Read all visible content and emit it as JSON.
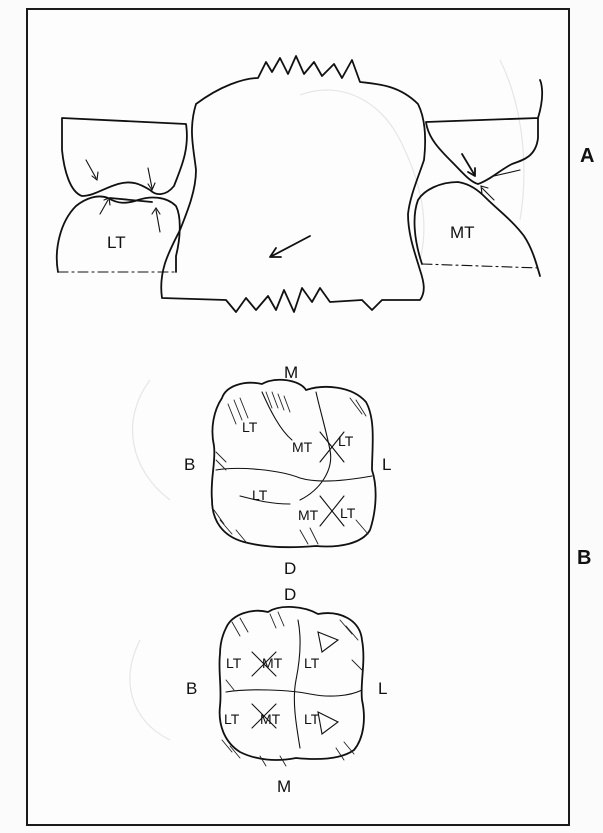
{
  "panel_a": {
    "label": "A",
    "left_contact": "LT",
    "right_contact": "MT"
  },
  "panel_b": {
    "label": "B",
    "upper_tooth": {
      "top": "M",
      "bottom": "D",
      "left": "B",
      "right": "L",
      "cusp_labels": [
        "LT",
        "MT",
        "LT",
        "LT",
        "MT",
        "LT"
      ]
    },
    "lower_tooth": {
      "top": "D",
      "bottom": "M",
      "left": "B",
      "right": "L",
      "cusp_labels": [
        "LT",
        "MT",
        "LT",
        "LT",
        "MT",
        "LT"
      ]
    }
  }
}
